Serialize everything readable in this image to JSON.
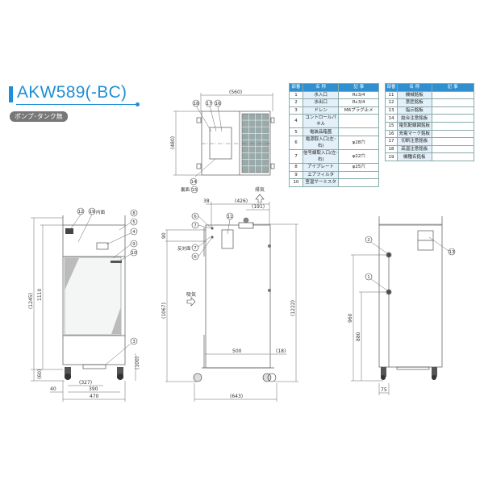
{
  "title": "AKW589(-BC)",
  "badge": "ポンプ･タンク無",
  "colors": {
    "accent": "#1e8fd6",
    "table_header": "#2f8fcf",
    "table_name_cell": "#e3f0f9",
    "badge": "#777777"
  },
  "parts_table_headers": [
    "部番",
    "名 称",
    "記 事"
  ],
  "parts_table_1": [
    {
      "no": "1",
      "name": "水入口",
      "note": "Rc3/4"
    },
    {
      "no": "2",
      "name": "水出口",
      "note": "Rc3/4"
    },
    {
      "no": "3",
      "name": "ドレン",
      "note": "M6プラグ止メ"
    },
    {
      "no": "4",
      "name": "コントロールパネル",
      "note": ""
    },
    {
      "no": "5",
      "name": "電装品箱蓋",
      "note": ""
    },
    {
      "no": "6",
      "name": "電源取入口(左･右)",
      "note": "φ28穴"
    },
    {
      "no": "7",
      "name": "信号線取入口(左･右)",
      "note": "φ22穴"
    },
    {
      "no": "8",
      "name": "アイプレート",
      "note": "φ25穴"
    },
    {
      "no": "9",
      "name": "エアフィルタ",
      "note": ""
    },
    {
      "no": "10",
      "name": "室温サーミスタ",
      "note": ""
    }
  ],
  "parts_table_2": [
    {
      "no": "11",
      "name": "機械銘板",
      "note": ""
    },
    {
      "no": "12",
      "name": "意匠銘板",
      "note": ""
    },
    {
      "no": "13",
      "name": "指示銘板",
      "note": ""
    },
    {
      "no": "14",
      "name": "結合注意銘板",
      "note": ""
    },
    {
      "no": "15",
      "name": "電気配線図銘板",
      "note": ""
    },
    {
      "no": "16",
      "name": "充電マーク銘板",
      "note": ""
    },
    {
      "no": "17",
      "name": "切断注意銘板",
      "note": ""
    },
    {
      "no": "18",
      "name": "高温注意銘板",
      "note": ""
    },
    {
      "no": "19",
      "name": "機種名銘板",
      "note": ""
    }
  ],
  "labels": {
    "inner": "内面",
    "back": "裏面",
    "opposite": "反対面",
    "exhaust": "排気",
    "intake": "吸気"
  },
  "dims": {
    "top_width": "(560)",
    "top_depth": "(480)",
    "front_total_h": "(1245)",
    "front_h": "1110",
    "front_base": "(60)",
    "front_drain_h": "(100)",
    "front_40": "40",
    "front_327": "(327)",
    "front_390": "390",
    "front_470": "470",
    "side_38": "38",
    "side_426": "(426)",
    "side_191": "(191)",
    "side_90": "90",
    "side_1067": "(1067)",
    "side_1222": "(1222)",
    "side_500": "500",
    "side_18": "(18)",
    "side_643": "(643)",
    "rear_960": "960",
    "rear_880": "880",
    "rear_75": "75"
  }
}
